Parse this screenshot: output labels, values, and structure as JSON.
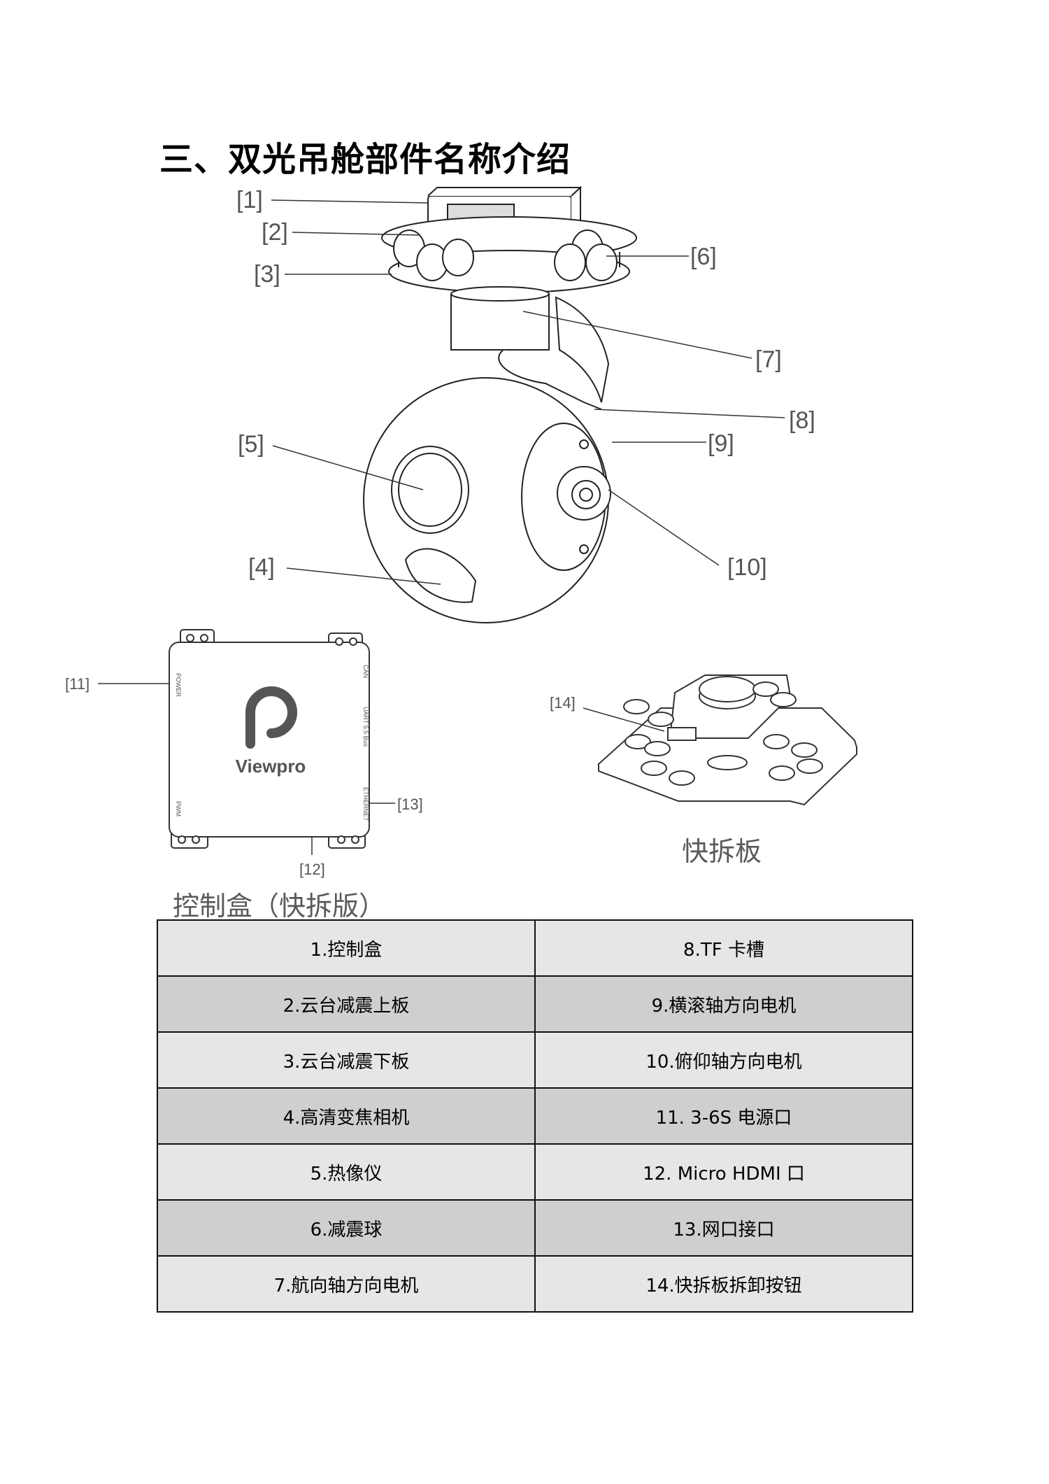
{
  "heading": "三、双光吊舱部件名称介绍",
  "gimbal_labels": [
    "[1]",
    "[2]",
    "[3]",
    "[4]",
    "[5]",
    "[6]",
    "[7]",
    "[8]",
    "[9]",
    "[10]"
  ],
  "control_box": {
    "labels": [
      "[11]",
      "[12]",
      "[13]"
    ],
    "ports": {
      "power": "POWER",
      "can": "CAN",
      "uart": "UART 5.5 Bus",
      "ethernet": "ETHERNET",
      "pwm": "PWM"
    },
    "brand": "Viewpro"
  },
  "quick_release": {
    "label": "[14]"
  },
  "captions": {
    "quick_release_plate": "快拆板",
    "control_box": "控制盒（快拆版）"
  },
  "parts_table": {
    "rows": [
      [
        "1.控制盒",
        "8.TF 卡槽"
      ],
      [
        "2.云台减震上板",
        "9.横滚轴方向电机"
      ],
      [
        "3.云台减震下板",
        "10.俯仰轴方向电机"
      ],
      [
        "4.高清变焦相机",
        "11. 3-6S 电源口"
      ],
      [
        "5.热像仪",
        "12. Micro HDMI 口"
      ],
      [
        "6.减震球",
        "13.网口接口"
      ],
      [
        "7.航向轴方向电机",
        "14.快拆板拆卸按钮"
      ]
    ]
  }
}
